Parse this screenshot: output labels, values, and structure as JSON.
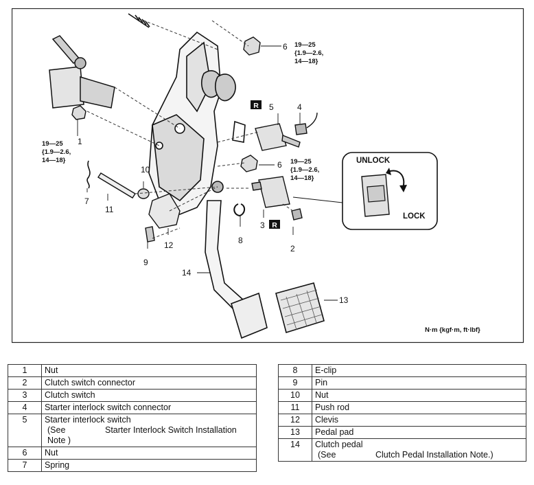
{
  "diagram": {
    "callouts": [
      "1",
      "2",
      "3",
      "4",
      "5",
      "6",
      "6",
      "7",
      "8",
      "9",
      "10",
      "11",
      "12",
      "13",
      "14"
    ],
    "torque_1": [
      "19—25",
      "{1.9—2.6,",
      "14—18}"
    ],
    "torque_2": [
      "19—25",
      "{1.9—2.6,",
      "14—18}"
    ],
    "torque_3": [
      "19—25",
      "{1.9—2.6,",
      "14—18}"
    ],
    "replace_marks": [
      "R",
      "R"
    ],
    "inset": {
      "unlock_label": "UNLOCK",
      "lock_label": "LOCK"
    },
    "units_label": "N·m {kgf·m, ft·lbf}"
  },
  "legend_left": [
    {
      "num": "1",
      "part": "Nut"
    },
    {
      "num": "2",
      "part": "Clutch switch connector"
    },
    {
      "num": "3",
      "part": "Clutch switch"
    },
    {
      "num": "4",
      "part": "Starter interlock switch connector"
    },
    {
      "num": "5",
      "part": "Starter interlock switch",
      "see": "(See",
      "note": "Starter Interlock Switch Installation Note )"
    },
    {
      "num": "6",
      "part": "Nut"
    },
    {
      "num": "7",
      "part": "Spring"
    }
  ],
  "legend_right": [
    {
      "num": "8",
      "part": "E-clip"
    },
    {
      "num": "9",
      "part": "Pin"
    },
    {
      "num": "10",
      "part": "Nut"
    },
    {
      "num": "11",
      "part": "Push rod"
    },
    {
      "num": "12",
      "part": "Clevis"
    },
    {
      "num": "13",
      "part": "Pedal pad"
    },
    {
      "num": "14",
      "part": "Clutch pedal",
      "see": "(See",
      "note": "Clutch Pedal Installation Note.)"
    }
  ]
}
